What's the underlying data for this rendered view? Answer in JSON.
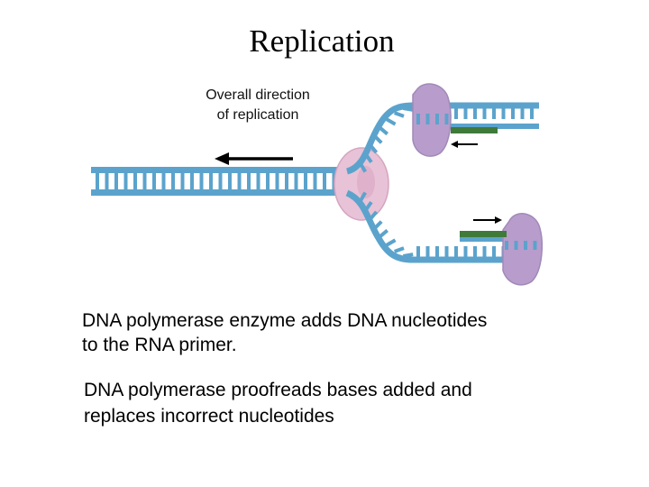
{
  "title": "Replication",
  "direction_label": {
    "line1": "Overall direction",
    "line2": "of replication"
  },
  "paragraph1": {
    "line1": "DNA polymerase enzyme adds DNA nucleotides",
    "line2": "to the RNA primer."
  },
  "paragraph2": {
    "line1": "DNA polymerase proofreads bases added and",
    "line2": "replaces incorrect nucleotides"
  },
  "colors": {
    "dna_strand": "#5ba3cc",
    "helicase": "#e8c2d6",
    "polymerase": "#b89ccc",
    "primer": "#3f7a3a",
    "arrow": "#000000"
  }
}
